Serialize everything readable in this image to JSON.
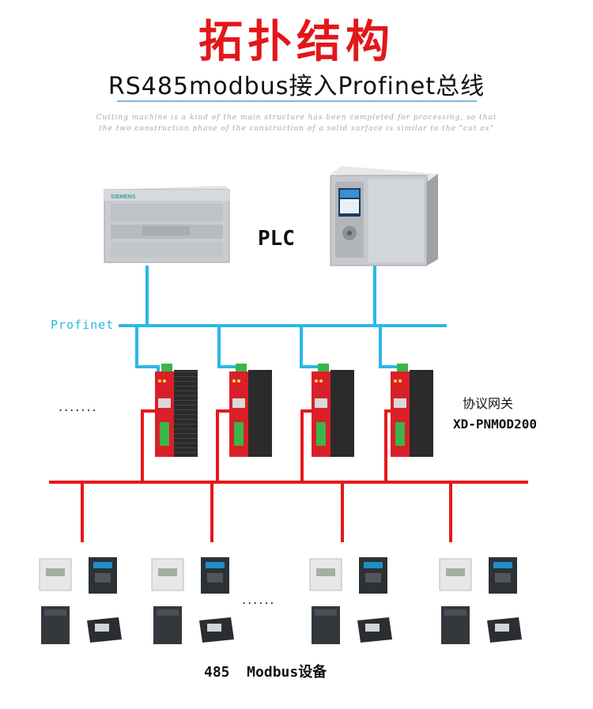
{
  "title": "拓扑结构",
  "subtitle": "RS485modbus接入Profinet总线",
  "tagline_1": "Cutting machine is a kind of the main structure has been completed for processing, so that",
  "tagline_2": "the two construction phase of the construction of a solid surface is similar to the \"cut ax\"",
  "plc_label": "PLC",
  "bus_label": "Profinet",
  "gateway_dots": ".......",
  "device_dots": "......",
  "gateway_label_cn": "协议网关",
  "gateway_model": "XD-PNMOD200",
  "device_label": "485  Modbus设备",
  "plc_brand_text": "SIEMENS",
  "colors": {
    "title": "#e3171a",
    "profinet_bus": "#2bb7e6",
    "rs485_bus": "#e8171b",
    "gateway_body": "#d8202a"
  },
  "icons": [
    "plc-compact-icon",
    "plc-cpu-icon",
    "gateway-icon",
    "energy-meter-icon",
    "inverter-icon",
    "drive-icon",
    "controller-icon"
  ]
}
